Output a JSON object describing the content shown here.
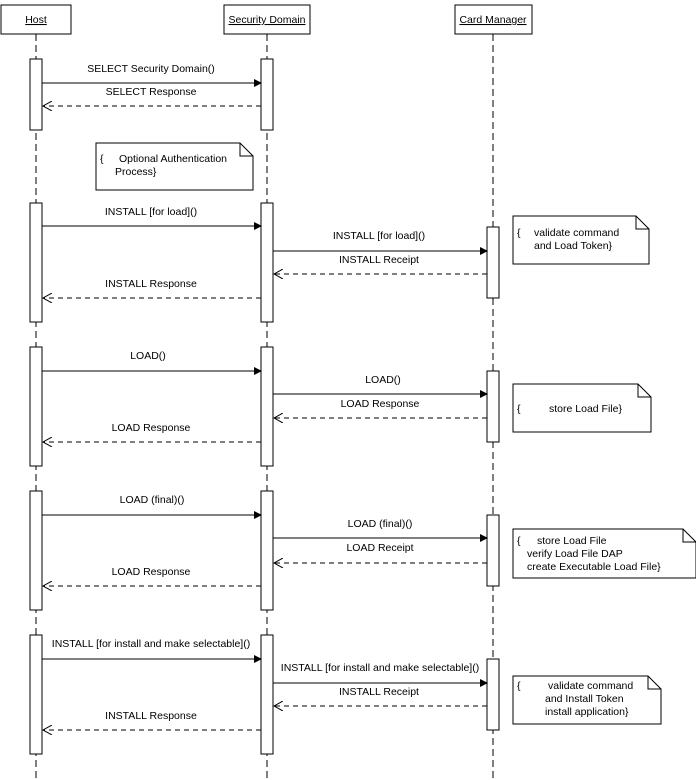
{
  "lifelines": [
    {
      "id": "host",
      "label": "Host"
    },
    {
      "id": "sd",
      "label": "Security Domain"
    },
    {
      "id": "cm",
      "label": "Card Manager"
    }
  ],
  "notes": [
    {
      "brace": "{",
      "lines": [
        "Optional Authentication",
        "Process}"
      ]
    },
    {
      "brace": "{",
      "lines": [
        "validate command",
        "and Load Token}"
      ]
    },
    {
      "brace": "{",
      "lines": [
        "store Load File}"
      ]
    },
    {
      "brace": "{",
      "lines": [
        "store Load File",
        "verify Load File DAP",
        "create Executable Load File}"
      ]
    },
    {
      "brace": "{",
      "lines": [
        "validate command",
        "and Install Token",
        "install application}"
      ]
    }
  ],
  "messages": [
    {
      "from": "host",
      "to": "sd",
      "kind": "call",
      "label": "SELECT Security Domain()"
    },
    {
      "from": "sd",
      "to": "host",
      "kind": "return",
      "label": "SELECT Response"
    },
    {
      "from": "host",
      "to": "sd",
      "kind": "call",
      "label": "INSTALL [for load]()"
    },
    {
      "from": "sd",
      "to": "cm",
      "kind": "call",
      "label": "INSTALL [for load]()"
    },
    {
      "from": "cm",
      "to": "sd",
      "kind": "return",
      "label": "INSTALL Receipt"
    },
    {
      "from": "sd",
      "to": "host",
      "kind": "return",
      "label": "INSTALL Response"
    },
    {
      "from": "host",
      "to": "sd",
      "kind": "call",
      "label": "LOAD()"
    },
    {
      "from": "sd",
      "to": "cm",
      "kind": "call",
      "label": "LOAD()"
    },
    {
      "from": "cm",
      "to": "sd",
      "kind": "return",
      "label": "LOAD Response"
    },
    {
      "from": "sd",
      "to": "host",
      "kind": "return",
      "label": "LOAD Response"
    },
    {
      "from": "host",
      "to": "sd",
      "kind": "call",
      "label": "LOAD (final)()"
    },
    {
      "from": "sd",
      "to": "cm",
      "kind": "call",
      "label": "LOAD (final)()"
    },
    {
      "from": "cm",
      "to": "sd",
      "kind": "return",
      "label": "LOAD Receipt"
    },
    {
      "from": "sd",
      "to": "host",
      "kind": "return",
      "label": "LOAD Response"
    },
    {
      "from": "host",
      "to": "sd",
      "kind": "call",
      "label": "INSTALL [for install and make selectable]()"
    },
    {
      "from": "sd",
      "to": "cm",
      "kind": "call",
      "label": "INSTALL [for install and make selectable]()"
    },
    {
      "from": "cm",
      "to": "sd",
      "kind": "return",
      "label": "INSTALL Receipt"
    },
    {
      "from": "sd",
      "to": "host",
      "kind": "return",
      "label": "INSTALL Response"
    }
  ]
}
